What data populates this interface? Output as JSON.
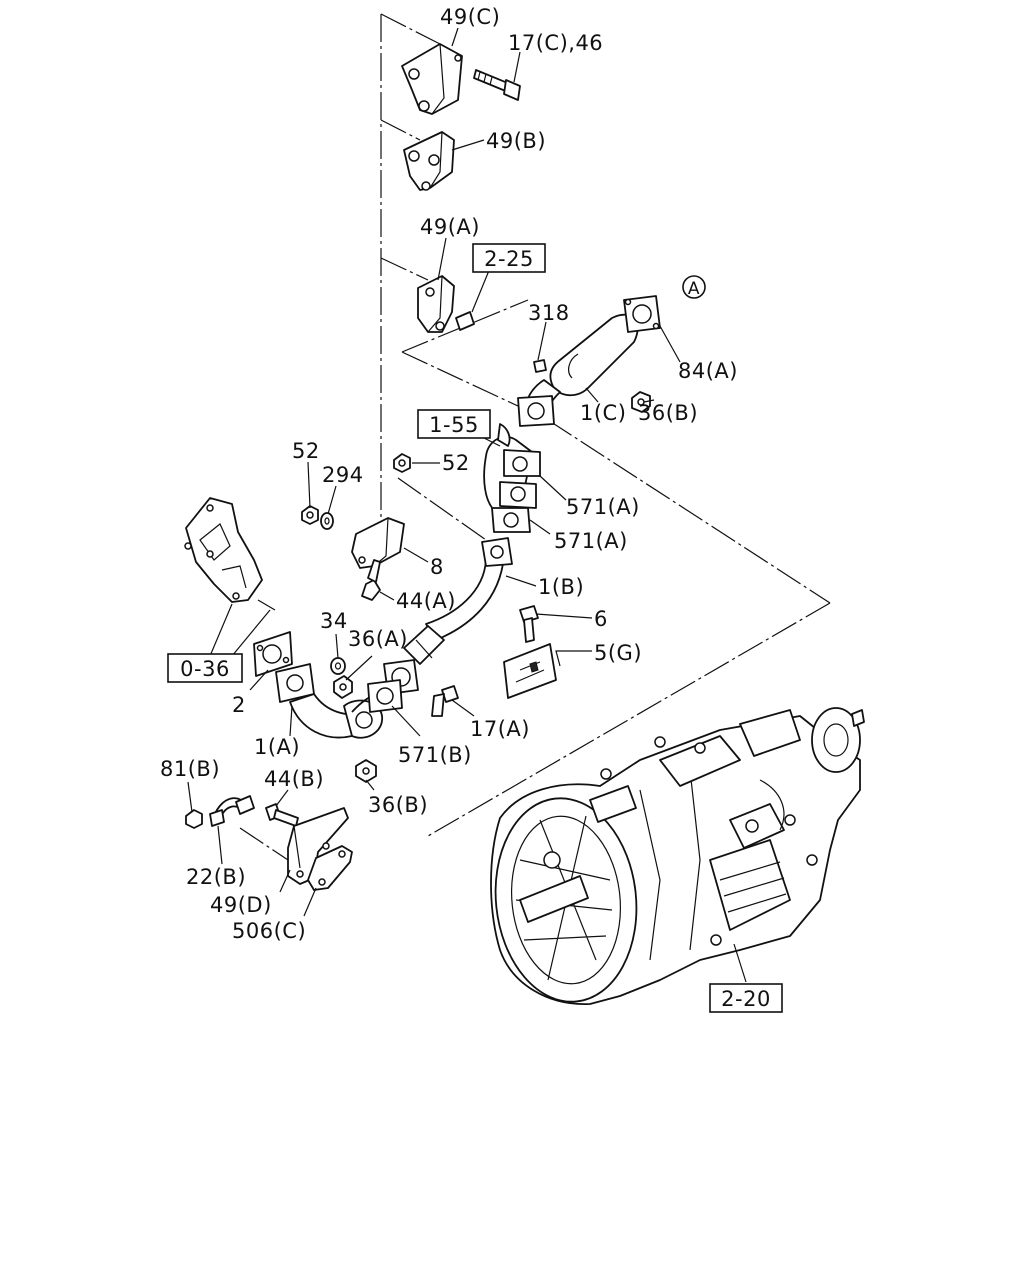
{
  "diagram": {
    "callouts": [
      {
        "id": "c-49c",
        "text": "49(C)"
      },
      {
        "id": "c-17c-46",
        "text": "17(C),46"
      },
      {
        "id": "c-49b",
        "text": "49(B)"
      },
      {
        "id": "c-49a",
        "text": "49(A)"
      },
      {
        "id": "c-318",
        "text": "318"
      },
      {
        "id": "c-84a",
        "text": "84(A)"
      },
      {
        "id": "c-1c",
        "text": "1(C)"
      },
      {
        "id": "c-36b-top",
        "text": "36(B)"
      },
      {
        "id": "c-52-left",
        "text": "52"
      },
      {
        "id": "c-294",
        "text": "294"
      },
      {
        "id": "c-52-right",
        "text": "52"
      },
      {
        "id": "c-571a-1",
        "text": "571(A)"
      },
      {
        "id": "c-571a-2",
        "text": "571(A)"
      },
      {
        "id": "c-8",
        "text": "8"
      },
      {
        "id": "c-1b",
        "text": "1(B)"
      },
      {
        "id": "c-44a",
        "text": "44(A)"
      },
      {
        "id": "c-6",
        "text": "6"
      },
      {
        "id": "c-34",
        "text": "34"
      },
      {
        "id": "c-36a",
        "text": "36(A)"
      },
      {
        "id": "c-5g",
        "text": "5(G)"
      },
      {
        "id": "c-2",
        "text": "2"
      },
      {
        "id": "c-17a",
        "text": "17(A)"
      },
      {
        "id": "c-1a",
        "text": "1(A)"
      },
      {
        "id": "c-571b",
        "text": "571(B)"
      },
      {
        "id": "c-81b",
        "text": "81(B)"
      },
      {
        "id": "c-44b",
        "text": "44(B)"
      },
      {
        "id": "c-36b-bottom",
        "text": "36(B)"
      },
      {
        "id": "c-22b",
        "text": "22(B)"
      },
      {
        "id": "c-49d",
        "text": "49(D)"
      },
      {
        "id": "c-506c",
        "text": "506(C)"
      }
    ],
    "references": [
      {
        "id": "r-2-25",
        "text": "2-25"
      },
      {
        "id": "r-1-55",
        "text": "1-55"
      },
      {
        "id": "r-0-36",
        "text": "0-36"
      },
      {
        "id": "r-2-20",
        "text": "2-20"
      }
    ],
    "marker": {
      "text": "A"
    },
    "line_color": "#111111",
    "background": "#ffffff"
  }
}
